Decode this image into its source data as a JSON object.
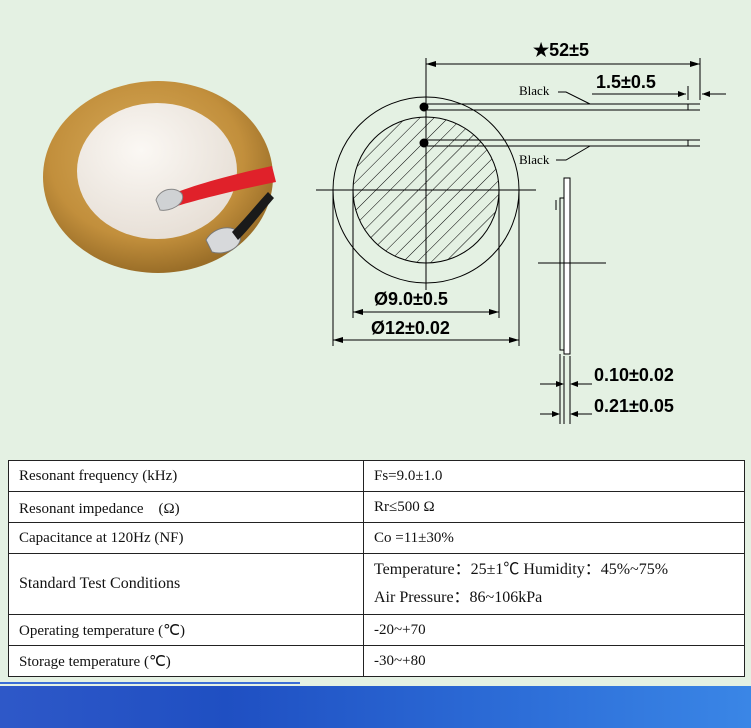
{
  "drawing": {
    "dims": {
      "overall_length": "★52±5",
      "strip_length": "1.5±0.5",
      "inner_diameter": "Ø9.0±0.5",
      "outer_diameter": "Ø12±0.02",
      "thickness_plate": "0.10±0.02",
      "thickness_total": "0.21±0.05"
    },
    "lead_top": "Black",
    "lead_bottom": "Black"
  },
  "table": {
    "rows": [
      {
        "param": "Resonant frequency (kHz)",
        "value": "Fs=9.0±1.0"
      },
      {
        "param": "Resonant impedance　(Ω)",
        "value": "Rr≤500 Ω"
      },
      {
        "param": "Capacitance at 120Hz (NF)",
        "value": "Co =11±30%"
      },
      {
        "param": "Standard Test Conditions",
        "value_line1": "Temperature：25±1℃  Humidity：45%~75%",
        "value_line2": "Air Pressure：86~106kPa"
      },
      {
        "param": "Operating temperature (℃)",
        "value": "-20~+70"
      },
      {
        "param": "Storage temperature (℃)",
        "value": "-30~+80"
      }
    ]
  },
  "colors": {
    "background": "#e4f1e3",
    "brass": "#c99a45",
    "ceramic": "#f1ece6",
    "red_wire": "#e0212a",
    "bottom_bar": "#2b5fcf"
  }
}
